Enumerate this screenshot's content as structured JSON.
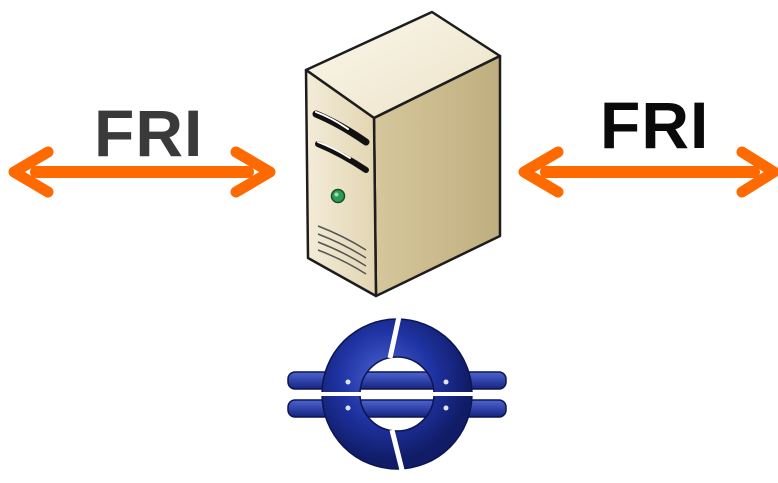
{
  "labels": {
    "left": "FRI",
    "right": "FRI"
  },
  "icons": {
    "left_arrow": "double-headed-arrow",
    "right_arrow": "double-headed-arrow",
    "server": "server-tower",
    "logo": "blue-split-ring-logo"
  },
  "colors": {
    "arrow": "#ff6a00",
    "left_label": "#3a3a3a",
    "right_label": "#0a0a0a",
    "logo_blue": "#1c2f9c",
    "server_body": "#efe6cf"
  }
}
